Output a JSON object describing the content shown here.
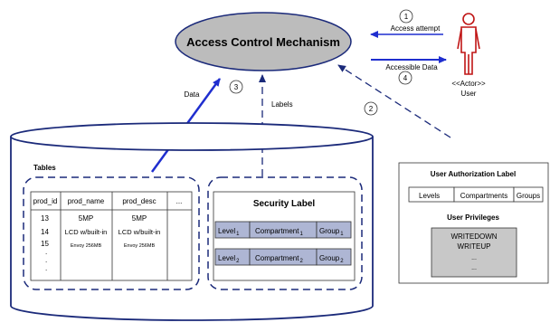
{
  "acm": {
    "label": "Access Control Mechanism"
  },
  "steps": {
    "s1": "1",
    "s1_label": "Access attempt",
    "s2": "2",
    "s3": "3",
    "s3_label": "Data",
    "s4": "4",
    "s4_label": "Accessible Data",
    "labels_label": "Labels"
  },
  "actor": {
    "stereotype": "<<Actor>>",
    "name": "User"
  },
  "database": {
    "tables_title": "Tables",
    "columns": [
      "prod_id",
      "prod_name",
      "prod_desc",
      "..."
    ],
    "prod_id": [
      "13",
      "14",
      "15",
      ".",
      ".",
      "."
    ],
    "prod_name": [
      "5MP",
      "LCD w/built-in",
      "Envoy 256MB"
    ],
    "prod_desc": [
      "5MP",
      "LCD w/built-in",
      "Envoy 256MB"
    ]
  },
  "security_label": {
    "title": "Security Label",
    "row1": {
      "level": "Level",
      "level_sub": "1",
      "compartment": "Compartment",
      "compartment_sub": "1",
      "group": "Group",
      "group_sub": "1"
    },
    "row2": {
      "level": "Level",
      "level_sub": "2",
      "compartment": "Compartment",
      "compartment_sub": "2",
      "group": "Group",
      "group_sub": "2"
    }
  },
  "user_auth": {
    "title": "User Authorization Label",
    "levels": "Levels",
    "compartments": "Compartments",
    "groups": "Groups",
    "privileges_title": "User Privileges",
    "privileges": [
      "WRITEDOWN",
      "WRITEUP",
      "...",
      "..."
    ]
  },
  "colors": {
    "acm_fill": "#bcbcbc",
    "arrow_blue": "#1f2ecf",
    "line_navy": "#1b2a7a",
    "actor_red": "#c01515",
    "cell_fill": "#aeb6d4",
    "priv_fill": "#c8c8c8"
  }
}
